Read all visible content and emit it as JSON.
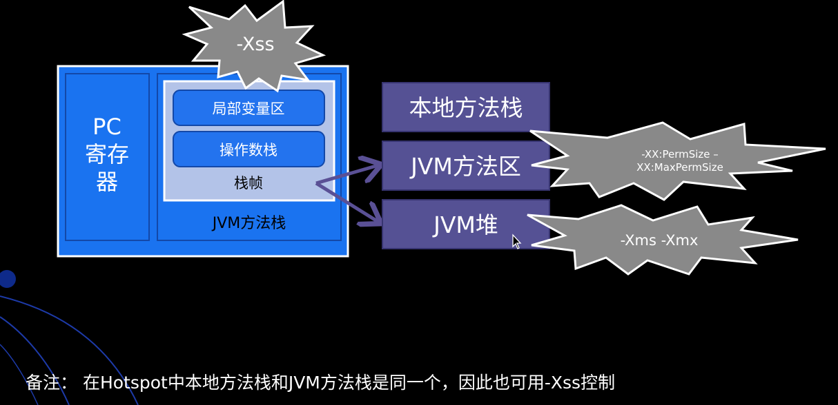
{
  "diagram": {
    "pc_register": "PC\n寄存\n器",
    "jvm_stack": {
      "label": "JVM方法栈",
      "frame": {
        "label": "栈帧",
        "items": [
          "局部变量区",
          "操作数栈"
        ]
      }
    },
    "right_boxes": [
      "本地方法栈",
      "JVM方法区",
      "JVM堆"
    ],
    "flags": {
      "xss": "-Xss",
      "perm": "-XX:PermSize –\nXX:MaxPermSize",
      "heap": "-Xms -Xmx"
    }
  },
  "note": "备注：  在Hotspot中本地方法栈和JVM方法栈是同一个，因此也可用-Xss控制",
  "colors": {
    "background": "#000000",
    "outer_box": "#1a73f0",
    "inner_box_border": "#1348a8",
    "frame_bg": "#b3c3e8",
    "frame_item": "#2373ee",
    "right_box": "#555194",
    "right_box_border": "#373470",
    "burst_fill": "#898989",
    "burst_stroke": "#ffffff",
    "arrow": "#5a5095"
  }
}
